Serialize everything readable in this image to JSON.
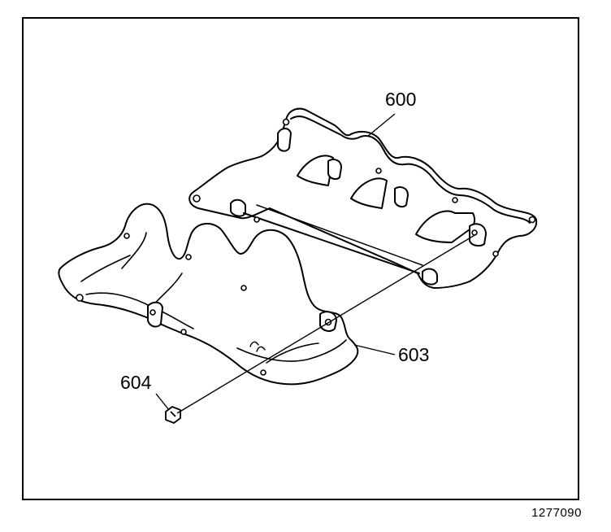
{
  "callouts": {
    "manifold": "600",
    "heat_shield": "603",
    "bolt": "604"
  },
  "figure_id": "1277090"
}
